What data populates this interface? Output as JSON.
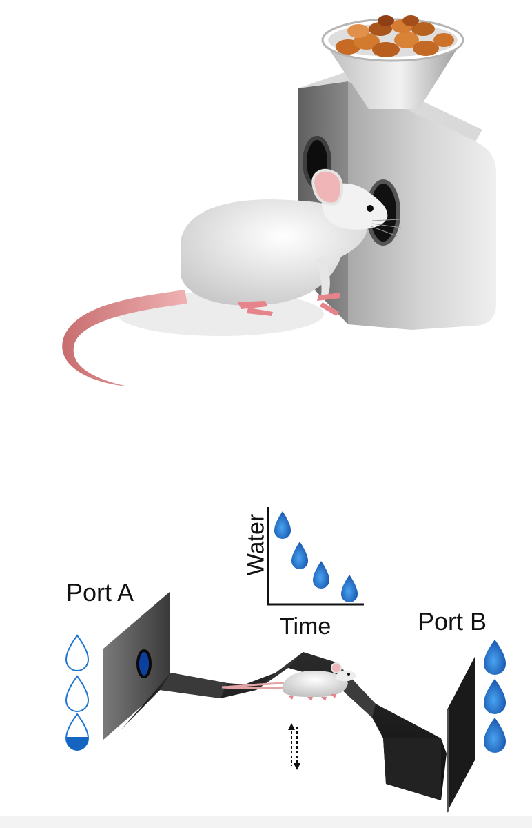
{
  "diagram": {
    "bottom_panel": {
      "port_a_label": "Port A",
      "port_b_label": "Port B",
      "graph": {
        "x_axis_label": "Time",
        "y_axis_label": "Water"
      }
    }
  },
  "colors": {
    "water_blue": "#1565c0",
    "water_light": "#4a90d9",
    "rat_fur": "#e6e6e6",
    "rat_pink": "#e7838b",
    "dispenser_gray": "#9a9a9a",
    "food_orange": "#c9712a",
    "track_black": "#1c1c1c"
  },
  "icons": [
    "water-drop-icon",
    "water-drop-outline-icon",
    "dashed-double-arrow-icon"
  ]
}
